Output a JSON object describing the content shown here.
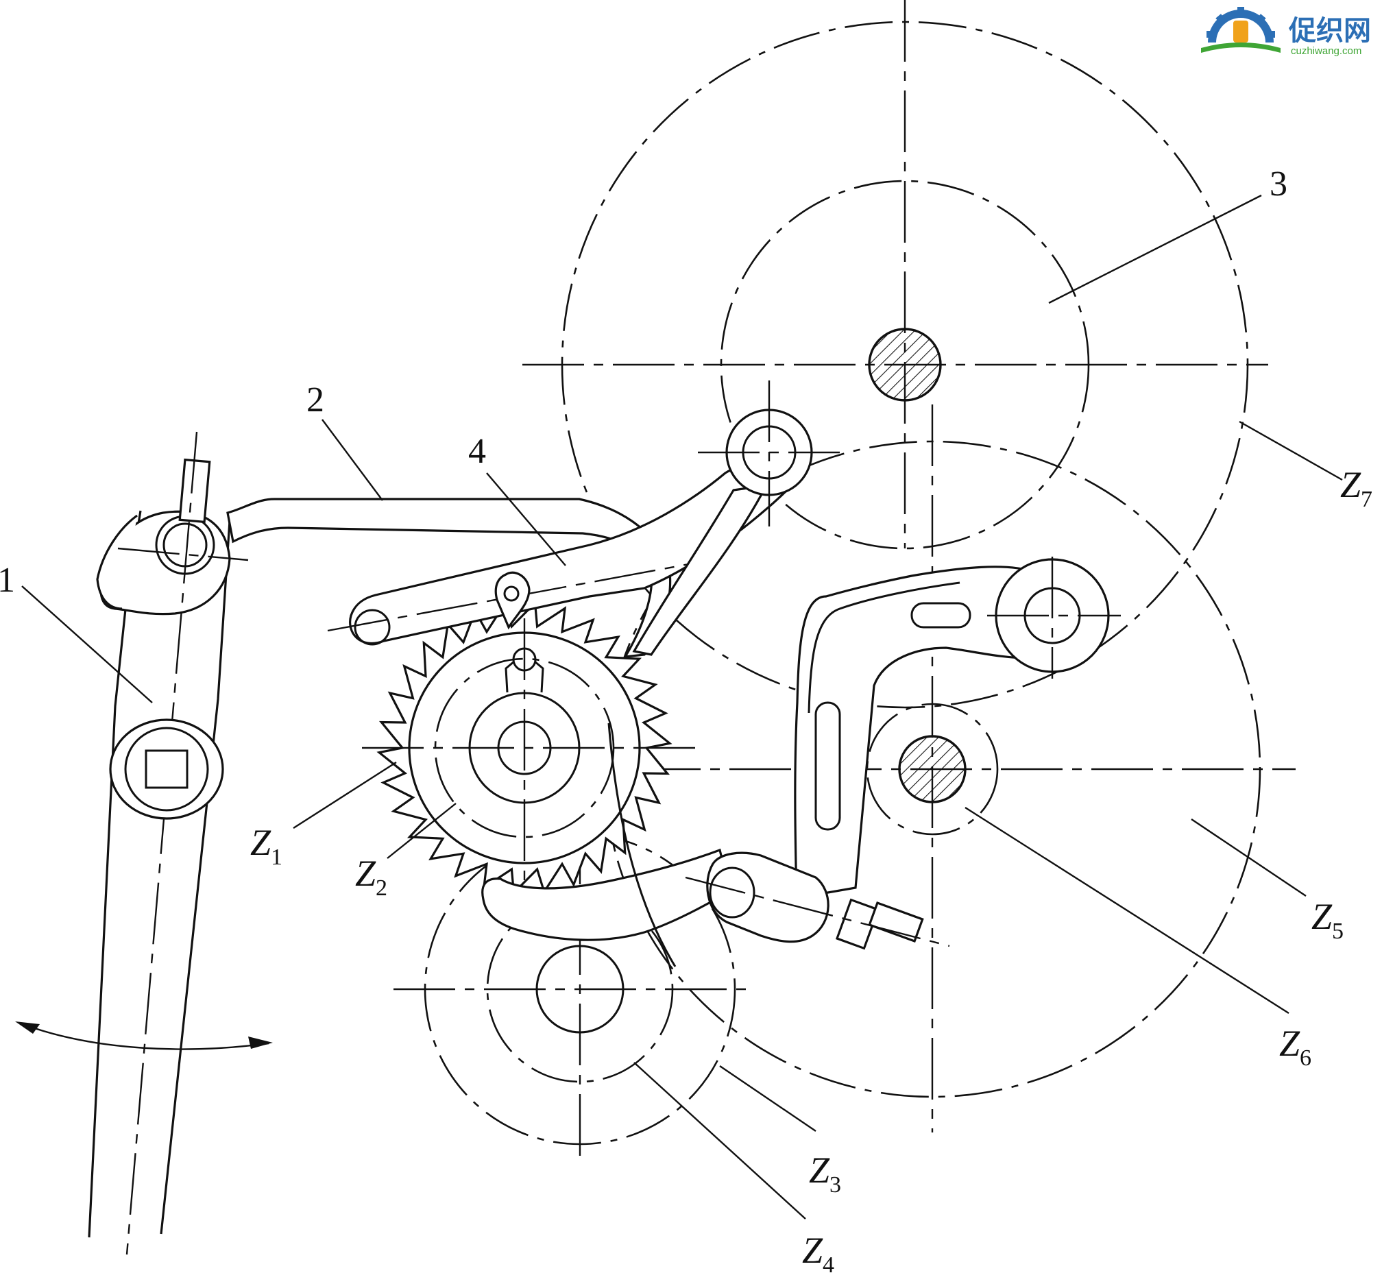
{
  "watermark": {
    "name": "促织网",
    "url": "cuzhiwang.com",
    "colors": {
      "blue": "#2c6fb5",
      "green": "#3fa535",
      "orange": "#f0a21b"
    }
  },
  "part_labels": {
    "p1": "1",
    "p2": "2",
    "p3": "3",
    "p4": "4"
  },
  "gear_labels": {
    "z1": {
      "letter": "Z",
      "index": "1"
    },
    "z2": {
      "letter": "Z",
      "index": "2"
    },
    "z3": {
      "letter": "Z",
      "index": "3"
    },
    "z4": {
      "letter": "Z",
      "index": "4"
    },
    "z5": {
      "letter": "Z",
      "index": "5"
    },
    "z6": {
      "letter": "Z",
      "index": "6"
    },
    "z7": {
      "letter": "Z",
      "index": "7"
    }
  },
  "colors": {
    "line": "#111111",
    "background": "#ffffff"
  }
}
